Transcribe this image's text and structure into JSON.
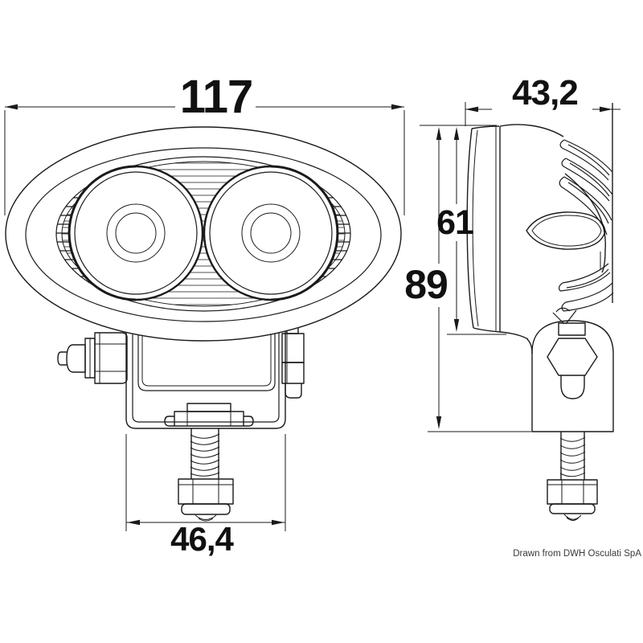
{
  "drawing": {
    "type": "technical-dimension-drawing",
    "subject": "oval twin-beam LED spotlight with mounting bracket, front and side views",
    "caption": "Drawn from DWH Osculati SpA",
    "dimensions": {
      "front_width": "117",
      "side_depth": "43,2",
      "lens_height": "61",
      "total_height": "89",
      "bracket_width": "46,4"
    },
    "colors": {
      "background": "#ffffff",
      "line": "#1a1a1a",
      "dimension_text": "#111111",
      "caption_text": "#3a3a3a"
    }
  }
}
